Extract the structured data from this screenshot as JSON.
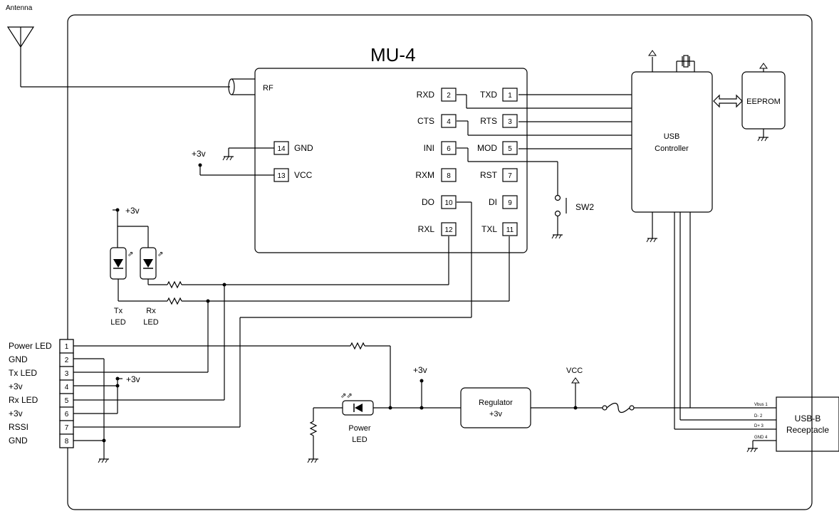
{
  "title": "MU-4",
  "antenna": "Antenna",
  "rf": "RF",
  "left_pins": [
    {
      "name": "GND",
      "num": "14"
    },
    {
      "name": "VCC",
      "num": "13"
    }
  ],
  "inner_pins_left": [
    {
      "name": "RXD",
      "num": "2"
    },
    {
      "name": "CTS",
      "num": "4"
    },
    {
      "name": "INI",
      "num": "6"
    },
    {
      "name": "RXM",
      "num": "8"
    },
    {
      "name": "DO",
      "num": "10"
    },
    {
      "name": "RXL",
      "num": "12"
    }
  ],
  "inner_pins_right": [
    {
      "name": "TXD",
      "num": "1"
    },
    {
      "name": "RTS",
      "num": "3"
    },
    {
      "name": "MOD",
      "num": "5"
    },
    {
      "name": "RST",
      "num": "7"
    },
    {
      "name": "DI",
      "num": "9"
    },
    {
      "name": "TXL",
      "num": "11"
    }
  ],
  "power_3v": "+3v",
  "vcc": "VCC",
  "sw2": "SW2",
  "usb_controller": [
    "USB",
    "Controller"
  ],
  "eeprom": "EEPROM",
  "regulator": [
    "Regulator",
    "+3v"
  ],
  "usb_b": [
    "USB-B",
    "Receptacle"
  ],
  "usb_pins": [
    "Vbus 1",
    "D-   2",
    "D+   3",
    "GND 4"
  ],
  "led_tx": [
    "Tx",
    "LED"
  ],
  "led_rx": [
    "Rx",
    "LED"
  ],
  "led_power": [
    "Power",
    "LED"
  ],
  "connector": [
    {
      "label": "Power LED",
      "num": "1"
    },
    {
      "label": "GND",
      "num": "2"
    },
    {
      "label": "Tx LED",
      "num": "3"
    },
    {
      "label": "+3v",
      "num": "4"
    },
    {
      "label": "Rx LED",
      "num": "5"
    },
    {
      "label": "+3v",
      "num": "6"
    },
    {
      "label": "RSSI",
      "num": "7"
    },
    {
      "label": "GND",
      "num": "8"
    }
  ]
}
